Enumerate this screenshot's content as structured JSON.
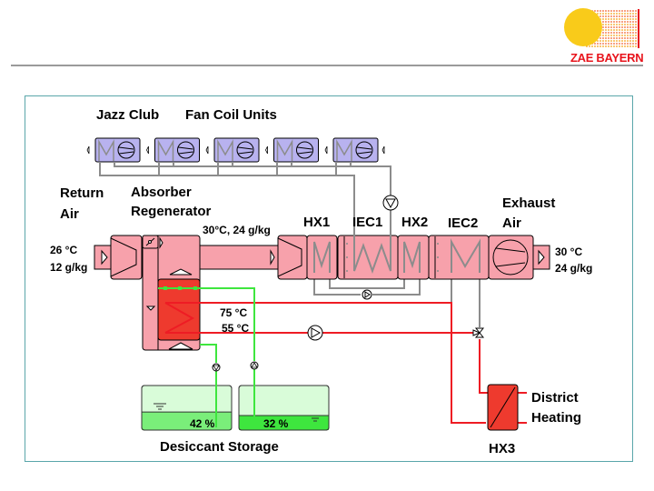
{
  "header": {
    "brand": "ZAE BAYERN"
  },
  "labels": {
    "jazz_club": "Jazz Club",
    "fan_coil_units": "Fan Coil Units",
    "return_air_line1": "Return",
    "return_air_line2": "Air",
    "absorber_line1": "Absorber",
    "absorber_line2": "Regenerator",
    "mid_air_state": "30°C, 24 g/kg",
    "inlet_temp": "26 °C",
    "inlet_humidity": "12 g/kg",
    "hx1": "HX1",
    "iec1": "IEC1",
    "hx2": "HX2",
    "iec2": "IEC2",
    "exhaust_line1": "Exhaust",
    "exhaust_line2": "Air",
    "outlet_temp": "30 °C",
    "outlet_humidity": "24 g/kg",
    "supply_temp": "75 °C",
    "return_temp": "55 °C",
    "district_line1": "District",
    "district_line2": "Heating",
    "hx3": "HX3",
    "desiccant_storage": "Desiccant Storage"
  },
  "storage": {
    "tank1_fill_percent": 42,
    "tank1_label": "42 %",
    "tank2_fill_percent": 32,
    "tank2_label": "32 %"
  },
  "fan_coil_count": 5,
  "colors": {
    "duct_pink": "#f7a1ab",
    "fan_coil_blue": "#b8b2ef",
    "hot_water_red": "#ee1c24",
    "desiccant_green": "#3ee63e",
    "pipe_gray": "#8c8c8c",
    "brand_red": "#e8141c",
    "sun_yellow": "#f9cb1a",
    "frame_teal": "#5aa6aa"
  }
}
